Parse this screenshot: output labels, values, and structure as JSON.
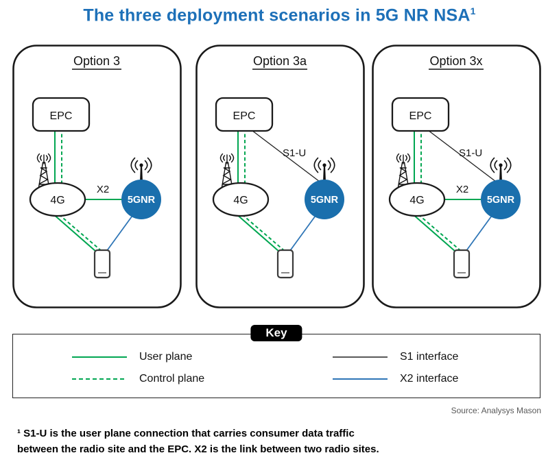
{
  "title": {
    "text": "The three deployment scenarios in 5G NR NSA",
    "superscript": "1"
  },
  "colors": {
    "title": "#1d70b8",
    "user_plane": "#00a651",
    "control_plane": "#00a651",
    "s1_interface": "#222222",
    "x2_interface": "#2e75b6",
    "nr_node": "#1a6fad",
    "key_label_bg": "#000000"
  },
  "icons": {
    "lte_site": "cell-tower",
    "nr_site": "antenna",
    "ue": "smartphone"
  },
  "panels": [
    {
      "option_label": "Option 3",
      "epc": "EPC",
      "lte": "4G",
      "nr": "5GNR",
      "x2_label": "X2",
      "connections": [
        {
          "from": "EPC",
          "to": "4G",
          "types": [
            "user-plane",
            "control-plane"
          ]
        },
        {
          "from": "4G",
          "to": "5GNR",
          "types": [
            "user-plane"
          ],
          "label": "X2"
        },
        {
          "from": "4G",
          "to": "UE",
          "types": [
            "user-plane",
            "control-plane"
          ]
        },
        {
          "from": "5GNR",
          "to": "UE",
          "types": [
            "x2-interface"
          ]
        }
      ]
    },
    {
      "option_label": "Option 3a",
      "epc": "EPC",
      "lte": "4G",
      "nr": "5GNR",
      "s1u_label": "S1-U",
      "connections": [
        {
          "from": "EPC",
          "to": "4G",
          "types": [
            "user-plane",
            "control-plane"
          ]
        },
        {
          "from": "EPC",
          "to": "5GNR",
          "types": [
            "s1-interface"
          ],
          "label": "S1-U"
        },
        {
          "from": "4G",
          "to": "UE",
          "types": [
            "user-plane",
            "control-plane"
          ]
        },
        {
          "from": "5GNR",
          "to": "UE",
          "types": [
            "x2-interface"
          ]
        }
      ]
    },
    {
      "option_label": "Option 3x",
      "epc": "EPC",
      "lte": "4G",
      "nr": "5GNR",
      "x2_label": "X2",
      "s1u_label": "S1-U",
      "connections": [
        {
          "from": "EPC",
          "to": "4G",
          "types": [
            "user-plane",
            "control-plane"
          ]
        },
        {
          "from": "EPC",
          "to": "5GNR",
          "types": [
            "s1-interface"
          ],
          "label": "S1-U"
        },
        {
          "from": "4G",
          "to": "5GNR",
          "types": [
            "user-plane"
          ],
          "label": "X2"
        },
        {
          "from": "4G",
          "to": "UE",
          "types": [
            "user-plane",
            "control-plane"
          ]
        },
        {
          "from": "5GNR",
          "to": "UE",
          "types": [
            "x2-interface"
          ]
        }
      ]
    }
  ],
  "key": {
    "label": "Key",
    "items": [
      {
        "label": "User plane",
        "style": "solid",
        "color": "#00a651"
      },
      {
        "label": "Control plane",
        "style": "dashed",
        "color": "#00a651"
      },
      {
        "label": "S1 interface",
        "style": "solid",
        "color": "#222222"
      },
      {
        "label": "X2 interface",
        "style": "solid",
        "color": "#2e75b6"
      }
    ]
  },
  "source": "Source: Analysys Mason",
  "footnote": "¹ S1-U is the user plane connection that carries consumer data traffic\nbetween the radio site and the EPC. X2 is the link between two radio sites."
}
